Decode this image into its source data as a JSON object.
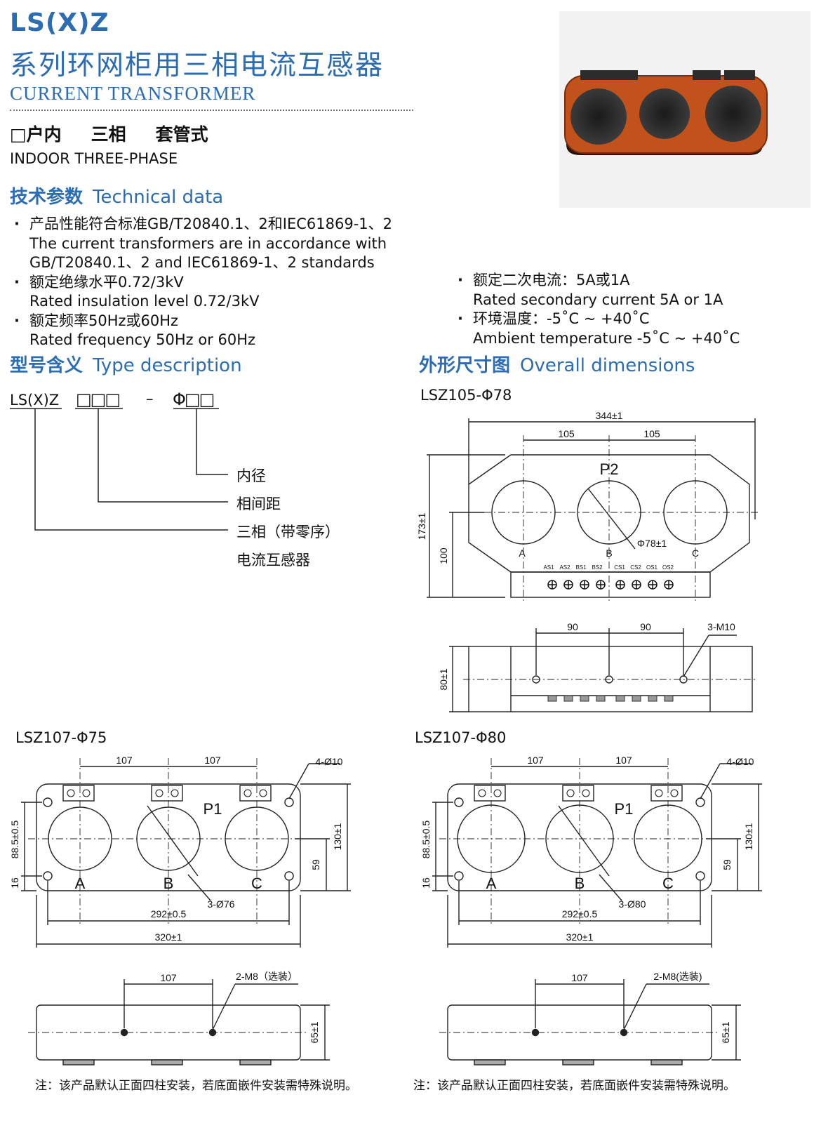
{
  "header": {
    "series": "LS(X)Z",
    "title_cn": "系列环网柜用三相电流互感器",
    "title_en": "CURRENT  TRANSFORMER",
    "categories_cn": [
      "□户内",
      "三相",
      "套管式"
    ],
    "category_en": "INDOOR THREE-PHASE"
  },
  "technical": {
    "heading_cn": "技术参数",
    "heading_en": "Technical data",
    "left_items": [
      {
        "cn": "产品性能符合标准GB/T20840.1、2和IEC61869-1、2",
        "en": "The current transformers are in accordance with",
        "en2": "GB/T20840.1、2 and IEC61869-1、2 standards"
      },
      {
        "cn": "额定绝缘水平0.72/3kV",
        "en": "Rated insulation level 0.72/3kV"
      },
      {
        "cn": "额定频率50Hz或60Hz",
        "en": "Rated frequency 50Hz or 60Hz"
      }
    ],
    "right_items": [
      {
        "cn": "额定二次电流：5A或1A",
        "en": "Rated secondary current 5A or 1A"
      },
      {
        "cn": "环境温度：-5˚C ~ +40˚C",
        "en": "Ambient temperature -5˚C ~ +40˚C"
      }
    ]
  },
  "type_desc": {
    "heading_cn": "型号含义",
    "heading_en": "Type description",
    "code": "LS(X)Z",
    "boxes": "□□□",
    "dash": "–",
    "phi_boxes": "Φ□□",
    "labels": [
      "内径",
      "相间距",
      "三相（带零序）",
      "电流互感器"
    ]
  },
  "dims": {
    "heading_cn": "外形尺寸图",
    "heading_en": "Overall dimensions",
    "d1": {
      "model": "LSZ105-Φ78",
      "overall": "344±1",
      "pitch": "105",
      "height": "173±1",
      "height2": "100",
      "mark": "P2",
      "phases": [
        "A",
        "B",
        "C"
      ],
      "dia": "Φ78±1",
      "terminals": [
        "AS1",
        "AS2",
        "BS1",
        "BS2",
        "CS1",
        "CS2",
        "OS1",
        "OS2"
      ],
      "side_pitch": "90",
      "side_holes": "3-M10",
      "side_h": "80±1"
    },
    "d2": {
      "model": "LSZ107-Φ75",
      "pitch": "107",
      "holes": "4-Ø10",
      "mark": "P1",
      "phases": [
        "A",
        "B",
        "C"
      ],
      "h1": "88.5±0.5",
      "h2": "16",
      "h3": "59",
      "h4": "130±1",
      "dia": "3-Ø76",
      "w1": "292±0.5",
      "w2": "320±1",
      "side_pitch": "107",
      "side_holes": "2-M8（选装）",
      "side_h": "65±1"
    },
    "d3": {
      "model": "LSZ107-Φ80",
      "pitch": "107",
      "holes": "4-Ø10",
      "mark": "P1",
      "phases": [
        "A",
        "B",
        "C"
      ],
      "h1": "88.5±0.5",
      "h2": "16",
      "h3": "59",
      "h4": "130±1",
      "dia": "3-Ø80",
      "w1": "292±0.5",
      "w2": "320±1",
      "side_pitch": "107",
      "side_holes": "2-M8(选装)",
      "side_h": "65±1"
    }
  },
  "note": "注：该产品默认正面四柱安装，若底面嵌件安装需特殊说明。"
}
